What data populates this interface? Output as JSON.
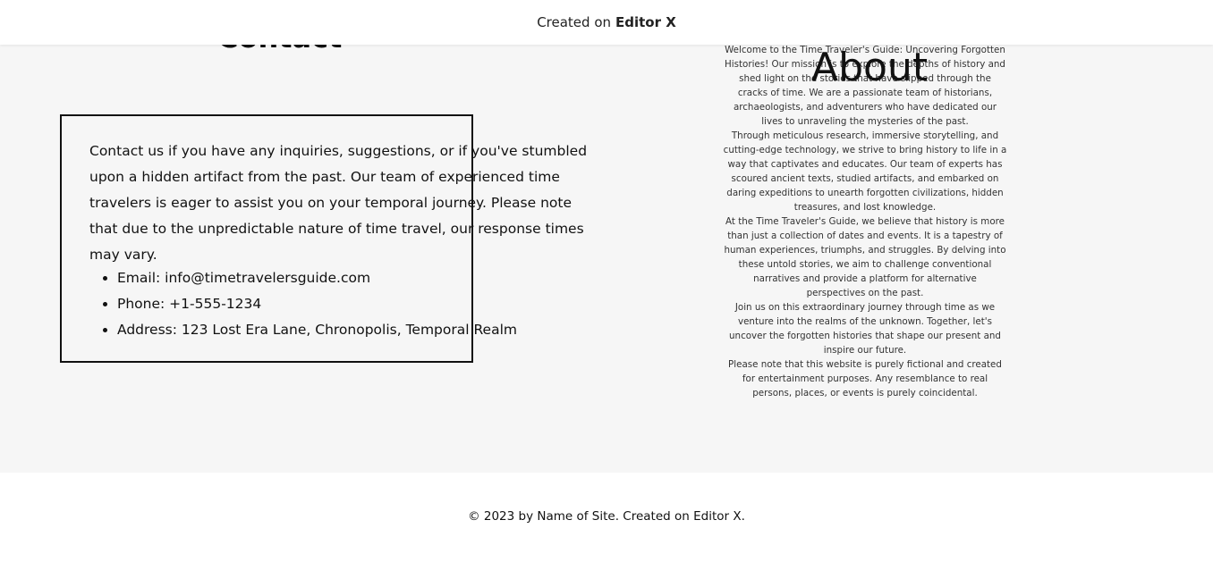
{
  "topbar": {
    "prefix": "Created on",
    "brand": "Editor X"
  },
  "contact": {
    "heading": "Contact",
    "paragraph": "Contact us if you have any inquiries, suggestions, or if you've stumbled upon a hidden artifact from the past. Our team of experienced time travelers is eager to assist you on your temporal journey. Please note that due to the unpredictable nature of time travel, our response times may vary.",
    "items": [
      "Email: info@timetravelersguide.com",
      "Phone: +1-555-1234",
      "Address: 123 Lost Era Lane, Chronopolis, Temporal Realm"
    ]
  },
  "about": {
    "heading": "About",
    "paragraphs": [
      "Welcome to the Time Traveler's Guide: Uncovering Forgotten Histories! Our mission is to explore the depths of history and shed light on the stories that have slipped through the cracks of time. We are a passionate team of historians, archaeologists, and adventurers who have dedicated our lives to unraveling the mysteries of the past.",
      "Through meticulous research, immersive storytelling, and cutting-edge technology, we strive to bring history to life in a way that captivates and educates. Our team of experts has scoured ancient texts, studied artifacts, and embarked on daring expeditions to unearth forgotten civilizations, hidden treasures, and lost knowledge.",
      "At the Time Traveler's Guide, we believe that history is more than just a collection of dates and events. It is a tapestry of human experiences, triumphs, and struggles. By delving into these untold stories, we aim to challenge conventional narratives and provide a platform for alternative perspectives on the past.",
      "Join us on this extraordinary journey through time as we venture into the realms of the unknown. Together, let's uncover the forgotten histories that shape our present and inspire our future.",
      "Please note that this website is purely fictional and created for entertainment purposes. Any resemblance to real persons, places, or events is purely coincidental."
    ]
  },
  "footer": {
    "text": "© 2023 by Name of Site. Created on Editor X."
  }
}
